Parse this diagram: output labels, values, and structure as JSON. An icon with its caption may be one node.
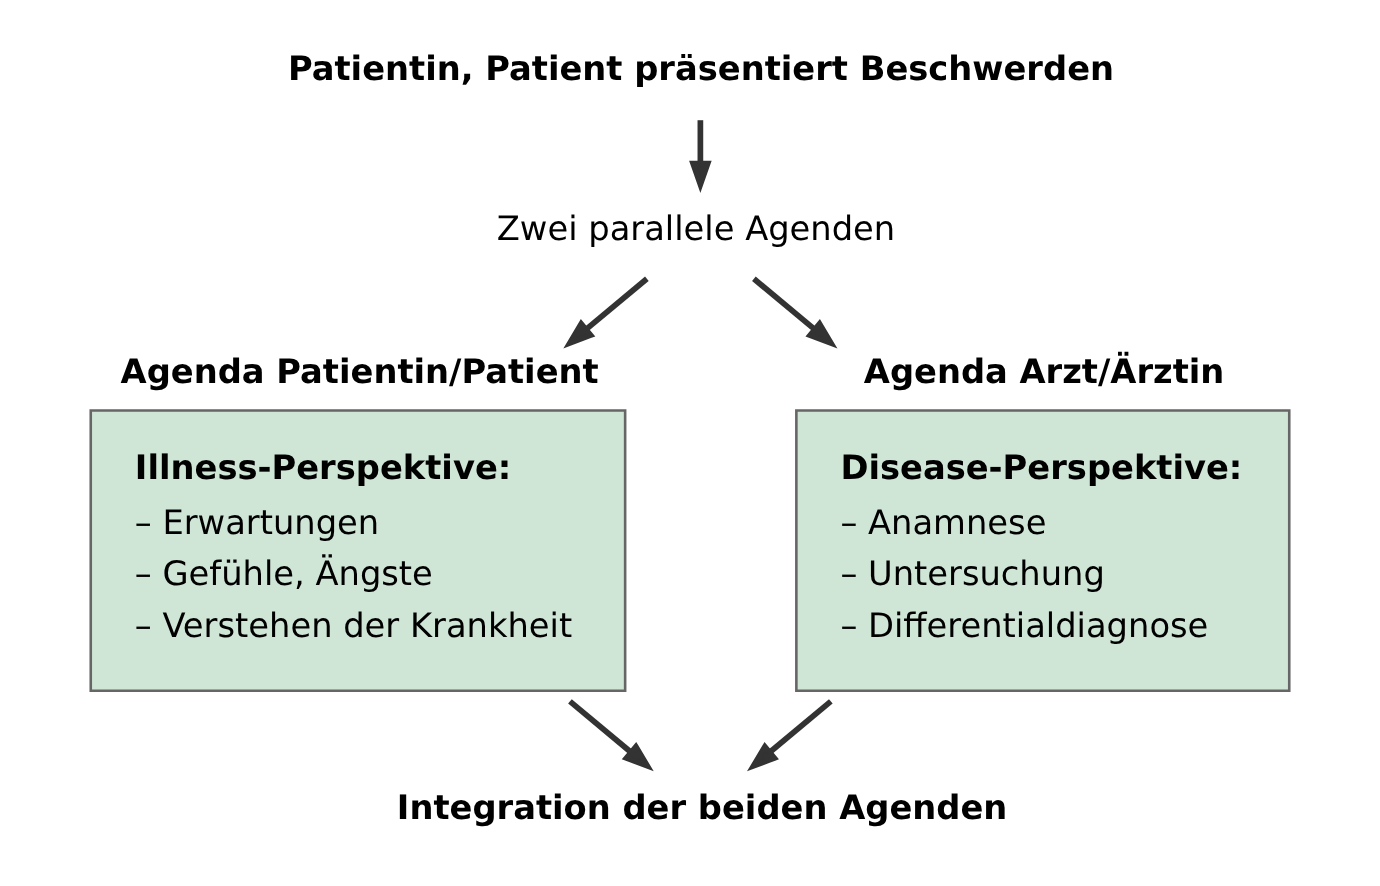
{
  "diagram": {
    "nodes": [
      {
        "text": [
          "Patientin, Patient präsentiert Beschwerden"
        ]
      },
      {
        "text": [
          "Zwei parallele Agenden"
        ]
      },
      {
        "text": [
          "Agenda Patientin/Patient",
          "Illness-Perspektive:",
          "– Erwartungen",
          "– Gefühle, Ängste",
          "– Verstehen der Krankheit"
        ]
      },
      {
        "text": [
          "Agenda Arzt/Ärztin",
          "Disease-Perspektive:",
          "– Anamnese",
          "– Untersuchung",
          "– Differentialdiagnose"
        ]
      },
      {
        "text": [
          "Integration der beiden Agenden"
        ]
      }
    ],
    "edges": [
      {
        "from": 0,
        "to": 1,
        "arrow": "to"
      },
      {
        "from": 1,
        "to": 2,
        "arrow": "to"
      },
      {
        "from": 1,
        "to": 3,
        "arrow": "to"
      },
      {
        "from": 2,
        "to": 4,
        "arrow": "to"
      },
      {
        "from": 3,
        "to": 4,
        "arrow": "to"
      }
    ]
  }
}
